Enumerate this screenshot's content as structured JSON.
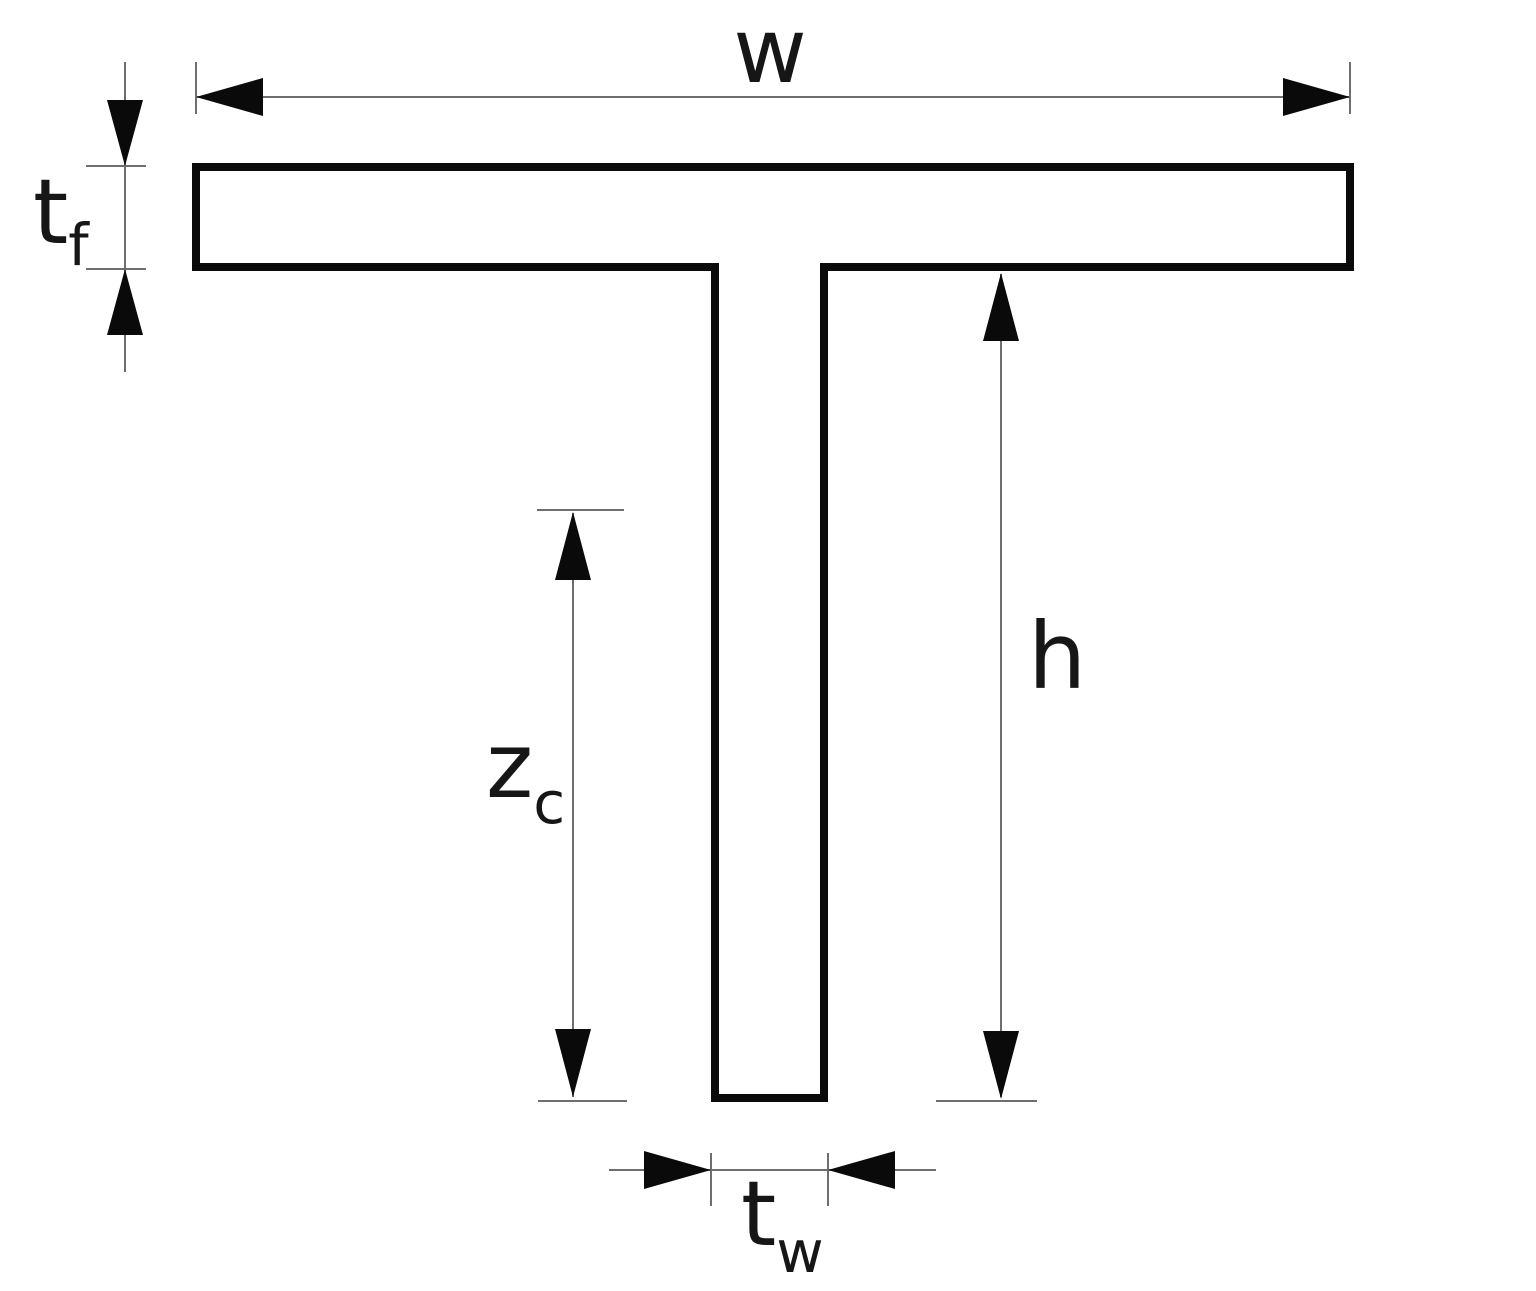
{
  "diagram": {
    "title": "T-beam cross-section dimension diagram",
    "shape": "T-section",
    "labels": {
      "width": {
        "main": "w",
        "sub": ""
      },
      "flange_thickness": {
        "main": "t",
        "sub": "f"
      },
      "height": {
        "main": "h",
        "sub": ""
      },
      "centroid_depth": {
        "main": "z",
        "sub": "c"
      },
      "web_thickness": {
        "main": "t",
        "sub": "w"
      }
    },
    "colors": {
      "outline": "#0a0a0a",
      "dimension_line": "#6e6e6e",
      "arrowhead": "#0a0a0a",
      "background": "#ffffff",
      "text": "#161616"
    }
  }
}
